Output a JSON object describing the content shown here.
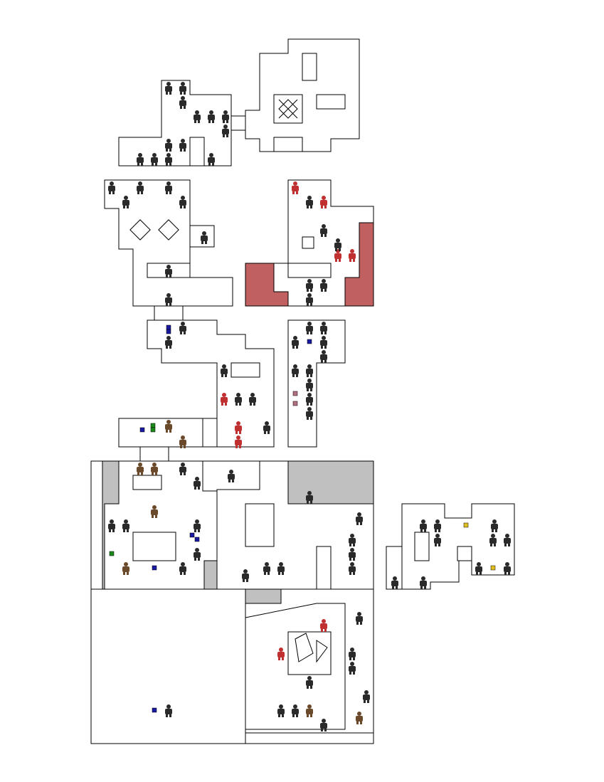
{
  "map": {
    "colors": {
      "floor": "#ffffff",
      "wall": "#000000",
      "outside": "#c0c0c0",
      "hazard": "#c06060",
      "monster_dark": "#2a2a2a",
      "monster_red": "#c03030",
      "monster_brown": "#6a4a2a",
      "armor_blue": "#1a1aa0",
      "armor_green": "#1a8a1a",
      "item_pink": "#b07080",
      "barrel": "#3a5a2a",
      "torch": "#e0c020"
    },
    "entity_types": [
      "zombie-soldier",
      "imp",
      "pinky-demon",
      "cacodemon",
      "shotgun-guy",
      "chaingunner",
      "health-bonus",
      "armor-bonus",
      "medikit",
      "barrel",
      "torch",
      "shotgun-pickup",
      "megaarmor"
    ]
  }
}
